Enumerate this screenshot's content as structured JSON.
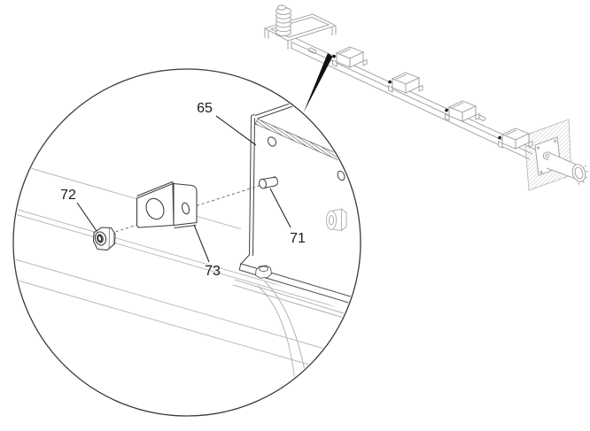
{
  "diagram": {
    "description": "exploded-parts detail view of header bracket on opener rail",
    "callouts": [
      {
        "label": "65"
      },
      {
        "label": "71"
      },
      {
        "label": "72"
      },
      {
        "label": "73"
      }
    ],
    "colors": {
      "background": "#ffffff",
      "detail_line": "#3a3a3a",
      "overview_line": "#999999",
      "background_rail_line": "#b3b3b3",
      "arrow": "#111111",
      "label_text": "#1a1a1a"
    }
  }
}
